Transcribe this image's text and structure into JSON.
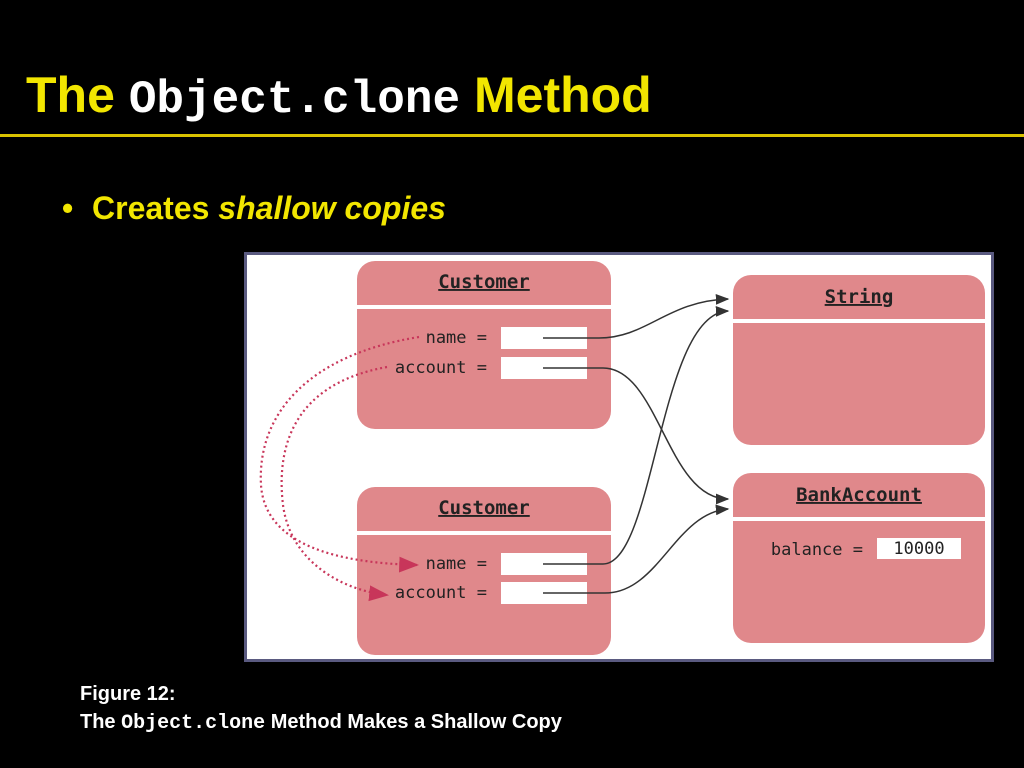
{
  "slide": {
    "title_prefix": "The",
    "title_code": "Object.clone",
    "title_suffix": "Method",
    "bullet_lead": "Creates",
    "bullet_em": "shallow copies"
  },
  "diagram": {
    "customer_1": {
      "header": "Customer",
      "field_1": "name =",
      "field_2": "account ="
    },
    "customer_2": {
      "header": "Customer",
      "field_1": "name =",
      "field_2": "account ="
    },
    "string_box": {
      "header": "String"
    },
    "bank_box": {
      "header": "BankAccount",
      "field": "balance =",
      "value": "10000"
    },
    "colors": {
      "box_fill": "#e0888b",
      "box_line": "#ffffff",
      "copy_arrow": "#c8365a",
      "ref_arrow": "#333333"
    }
  },
  "caption": {
    "line1": "Figure 12:",
    "line2_prefix": "The",
    "line2_code": "Object.clone",
    "line2_suffix": "Method Makes a Shallow Copy"
  }
}
